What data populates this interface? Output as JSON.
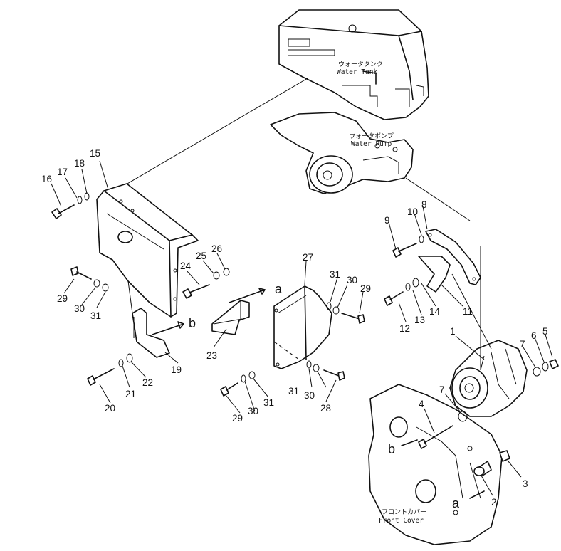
{
  "labels": {
    "water_tank_jp": "ウォータタンク",
    "water_tank_en": "Water Tank",
    "water_pump_jp": "ウォータポンプ",
    "water_pump_en": "Water Pump",
    "front_cover_jp": "フロントカバー",
    "front_cover_en": "Front Cover"
  },
  "letters": {
    "a_top": "a",
    "b_left": "b",
    "b_right": "b",
    "a_bottom": "a"
  },
  "parts": {
    "p1": "1",
    "p2": "2",
    "p3": "3",
    "p4": "4",
    "p5": "5",
    "p6": "6",
    "p7a": "7",
    "p7b": "7",
    "p8": "8",
    "p9": "9",
    "p10": "10",
    "p11": "11",
    "p12": "12",
    "p13": "13",
    "p14": "14",
    "p15": "15",
    "p16": "16",
    "p17": "17",
    "p18": "18",
    "p19": "19",
    "p20": "20",
    "p21": "21",
    "p22": "22",
    "p23": "23",
    "p24": "24",
    "p25": "25",
    "p26": "26",
    "p27": "27",
    "p28": "28",
    "p29a": "29",
    "p29b": "29",
    "p29c": "29",
    "p30a": "30",
    "p30b": "30",
    "p30c": "30",
    "p30d": "30",
    "p31a": "31",
    "p31b": "31",
    "p31c": "31",
    "p31d": "31"
  }
}
